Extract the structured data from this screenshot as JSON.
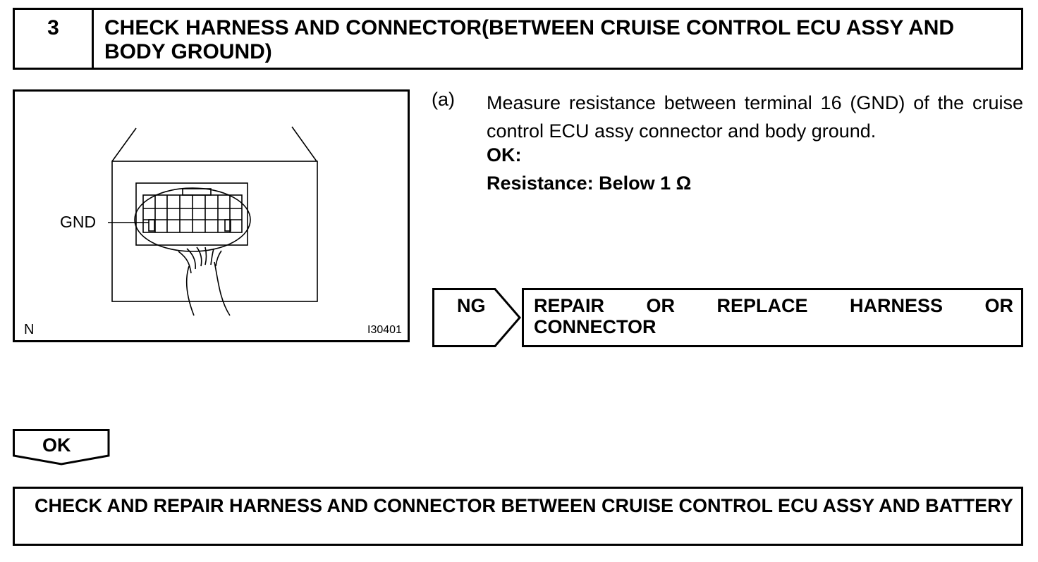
{
  "step": {
    "number": "3",
    "title": "CHECK HARNESS AND CONNECTOR(BETWEEN CRUISE CONTROL ECU ASSY AND BODY GROUND)"
  },
  "figure": {
    "terminal_label": "GND",
    "corner_mark": "N",
    "figure_code": "I30401"
  },
  "procedure": {
    "label": "(a)",
    "text": "Measure resistance between terminal 16 (GND) of the cruise control ECU assy connector and body ground.",
    "ok_label": "OK:",
    "spec": "Resistance: Below 1 Ω"
  },
  "ng_result": {
    "label": "NG",
    "action_line_1": "REPAIR OR REPLACE HARNESS OR",
    "action_line_2": "CONNECTOR"
  },
  "ok_result": {
    "label": "OK"
  },
  "next_step": {
    "text": "CHECK AND REPAIR HARNESS AND CONNECTOR BETWEEN CRUISE CONTROL ECU ASSY AND BATTERY"
  }
}
